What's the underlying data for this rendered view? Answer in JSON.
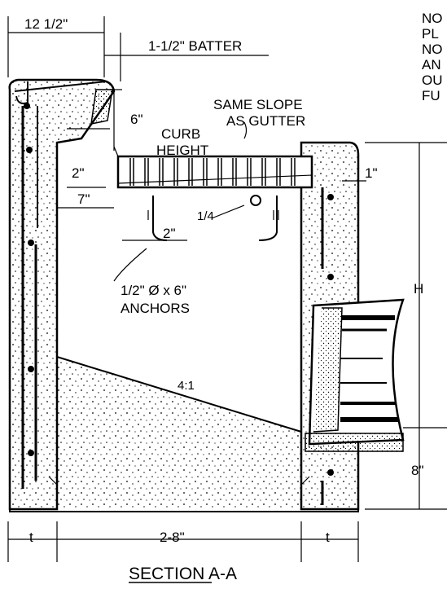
{
  "labels": {
    "dim_width_top": "12 1/2\"",
    "batter": "1-1/2\" BATTER",
    "curb_6": "6\"",
    "curb_height_1": "CURB",
    "curb_height_2": "HEIGHT",
    "same_slope_1": "SAME SLOPE",
    "same_slope_2": "AS GUTTER",
    "dim_2_upper": "2\"",
    "dim_7": "7\"",
    "dim_1": "1\"",
    "dim_quarter": "1/4",
    "dim_2_lower": "2\"",
    "anchors_1": "1/2\" Ø x 6\"",
    "anchors_2": "ANCHORS",
    "dim_h": "H",
    "slope": "4:1",
    "dim_8": "8\"",
    "dim_t_left": "t",
    "dim_2_8": "2-8\"",
    "dim_t_right": "t",
    "section_title": "SECTION A-A"
  },
  "note_lines": [
    "NO",
    "PL",
    "NO",
    "AN",
    "OU",
    "FU"
  ]
}
